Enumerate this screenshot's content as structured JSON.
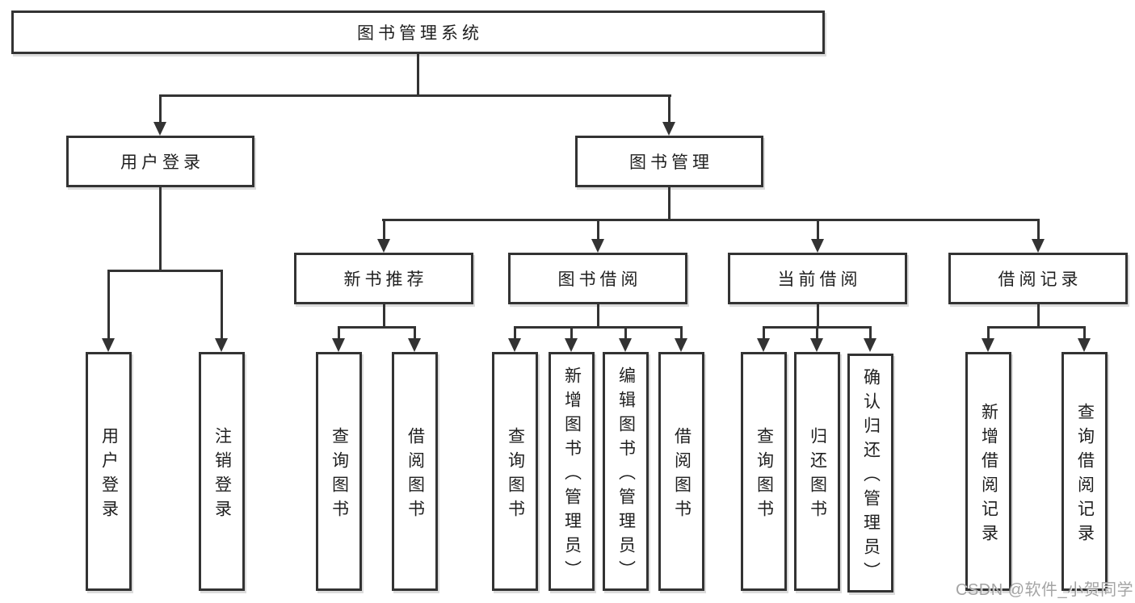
{
  "page": {
    "watermark": "CSDN @软件_小贺同学"
  },
  "colors": {
    "line": "#333333",
    "text": "#1f1f1f",
    "box_fill": "#ffffff",
    "background": "#ffffff",
    "watermark": "#949494"
  },
  "nodes": {
    "root": {
      "label": "图书管理系统"
    },
    "user_login": {
      "label": "用户登录"
    },
    "book_mgmt": {
      "label": "图书管理"
    },
    "new_books": {
      "label": "新书推荐"
    },
    "book_borrow": {
      "label": "图书借阅"
    },
    "current_borrow": {
      "label": "当前借阅"
    },
    "borrow_records": {
      "label": "借阅记录"
    },
    "leaf_user_login": {
      "label": "用户登录"
    },
    "leaf_logout": {
      "label": "注销登录"
    },
    "leaf_newbooks_query": {
      "label": "查询图书"
    },
    "leaf_newbooks_borrow": {
      "label": "借阅图书"
    },
    "leaf_borrow_query": {
      "label": "查询图书"
    },
    "leaf_borrow_add": {
      "label": "新增图书（管理员）"
    },
    "leaf_borrow_edit": {
      "label": "编辑图书（管理员）"
    },
    "leaf_borrow_lend": {
      "label": "借阅图书"
    },
    "leaf_current_query": {
      "label": "查询图书"
    },
    "leaf_current_return": {
      "label": "归还图书"
    },
    "leaf_current_confirm": {
      "label": "确认归还（管理员）"
    },
    "leaf_records_add": {
      "label": "新增借阅记录"
    },
    "leaf_records_query": {
      "label": "查询借阅记录"
    }
  }
}
